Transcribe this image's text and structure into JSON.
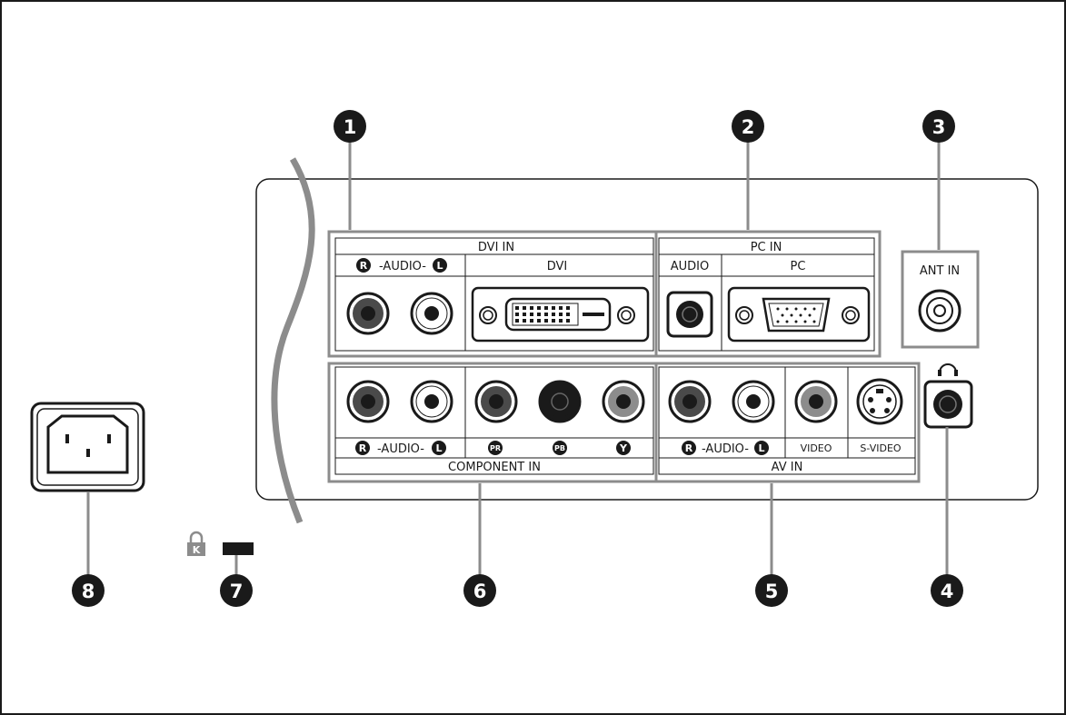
{
  "callouts": [
    "1",
    "2",
    "3",
    "4",
    "5",
    "6",
    "7",
    "8"
  ],
  "dvi": {
    "section_title": "DVI IN",
    "audio_r": "R",
    "audio_label": "-AUDIO-",
    "audio_l": "L",
    "port_label": "DVI"
  },
  "pc": {
    "section_title": "PC IN",
    "audio_label": "AUDIO",
    "port_label": "PC"
  },
  "ant": {
    "label": "ANT IN"
  },
  "component": {
    "audio_r": "R",
    "audio_label": "-AUDIO-",
    "audio_l": "L",
    "pr": "PR",
    "pb": "PB",
    "y": "Y",
    "section_title": "COMPONENT IN"
  },
  "av": {
    "audio_r": "R",
    "audio_label": "-AUDIO-",
    "audio_l": "L",
    "video": "VIDEO",
    "svideo": "S-VIDEO",
    "section_title": "AV IN"
  },
  "kensington": {
    "letter": "K"
  },
  "icons": [
    "headphone-icon",
    "lock-icon",
    "power-socket-icon",
    "dvi-port-icon",
    "vga-port-icon",
    "svideo-port-icon"
  ]
}
